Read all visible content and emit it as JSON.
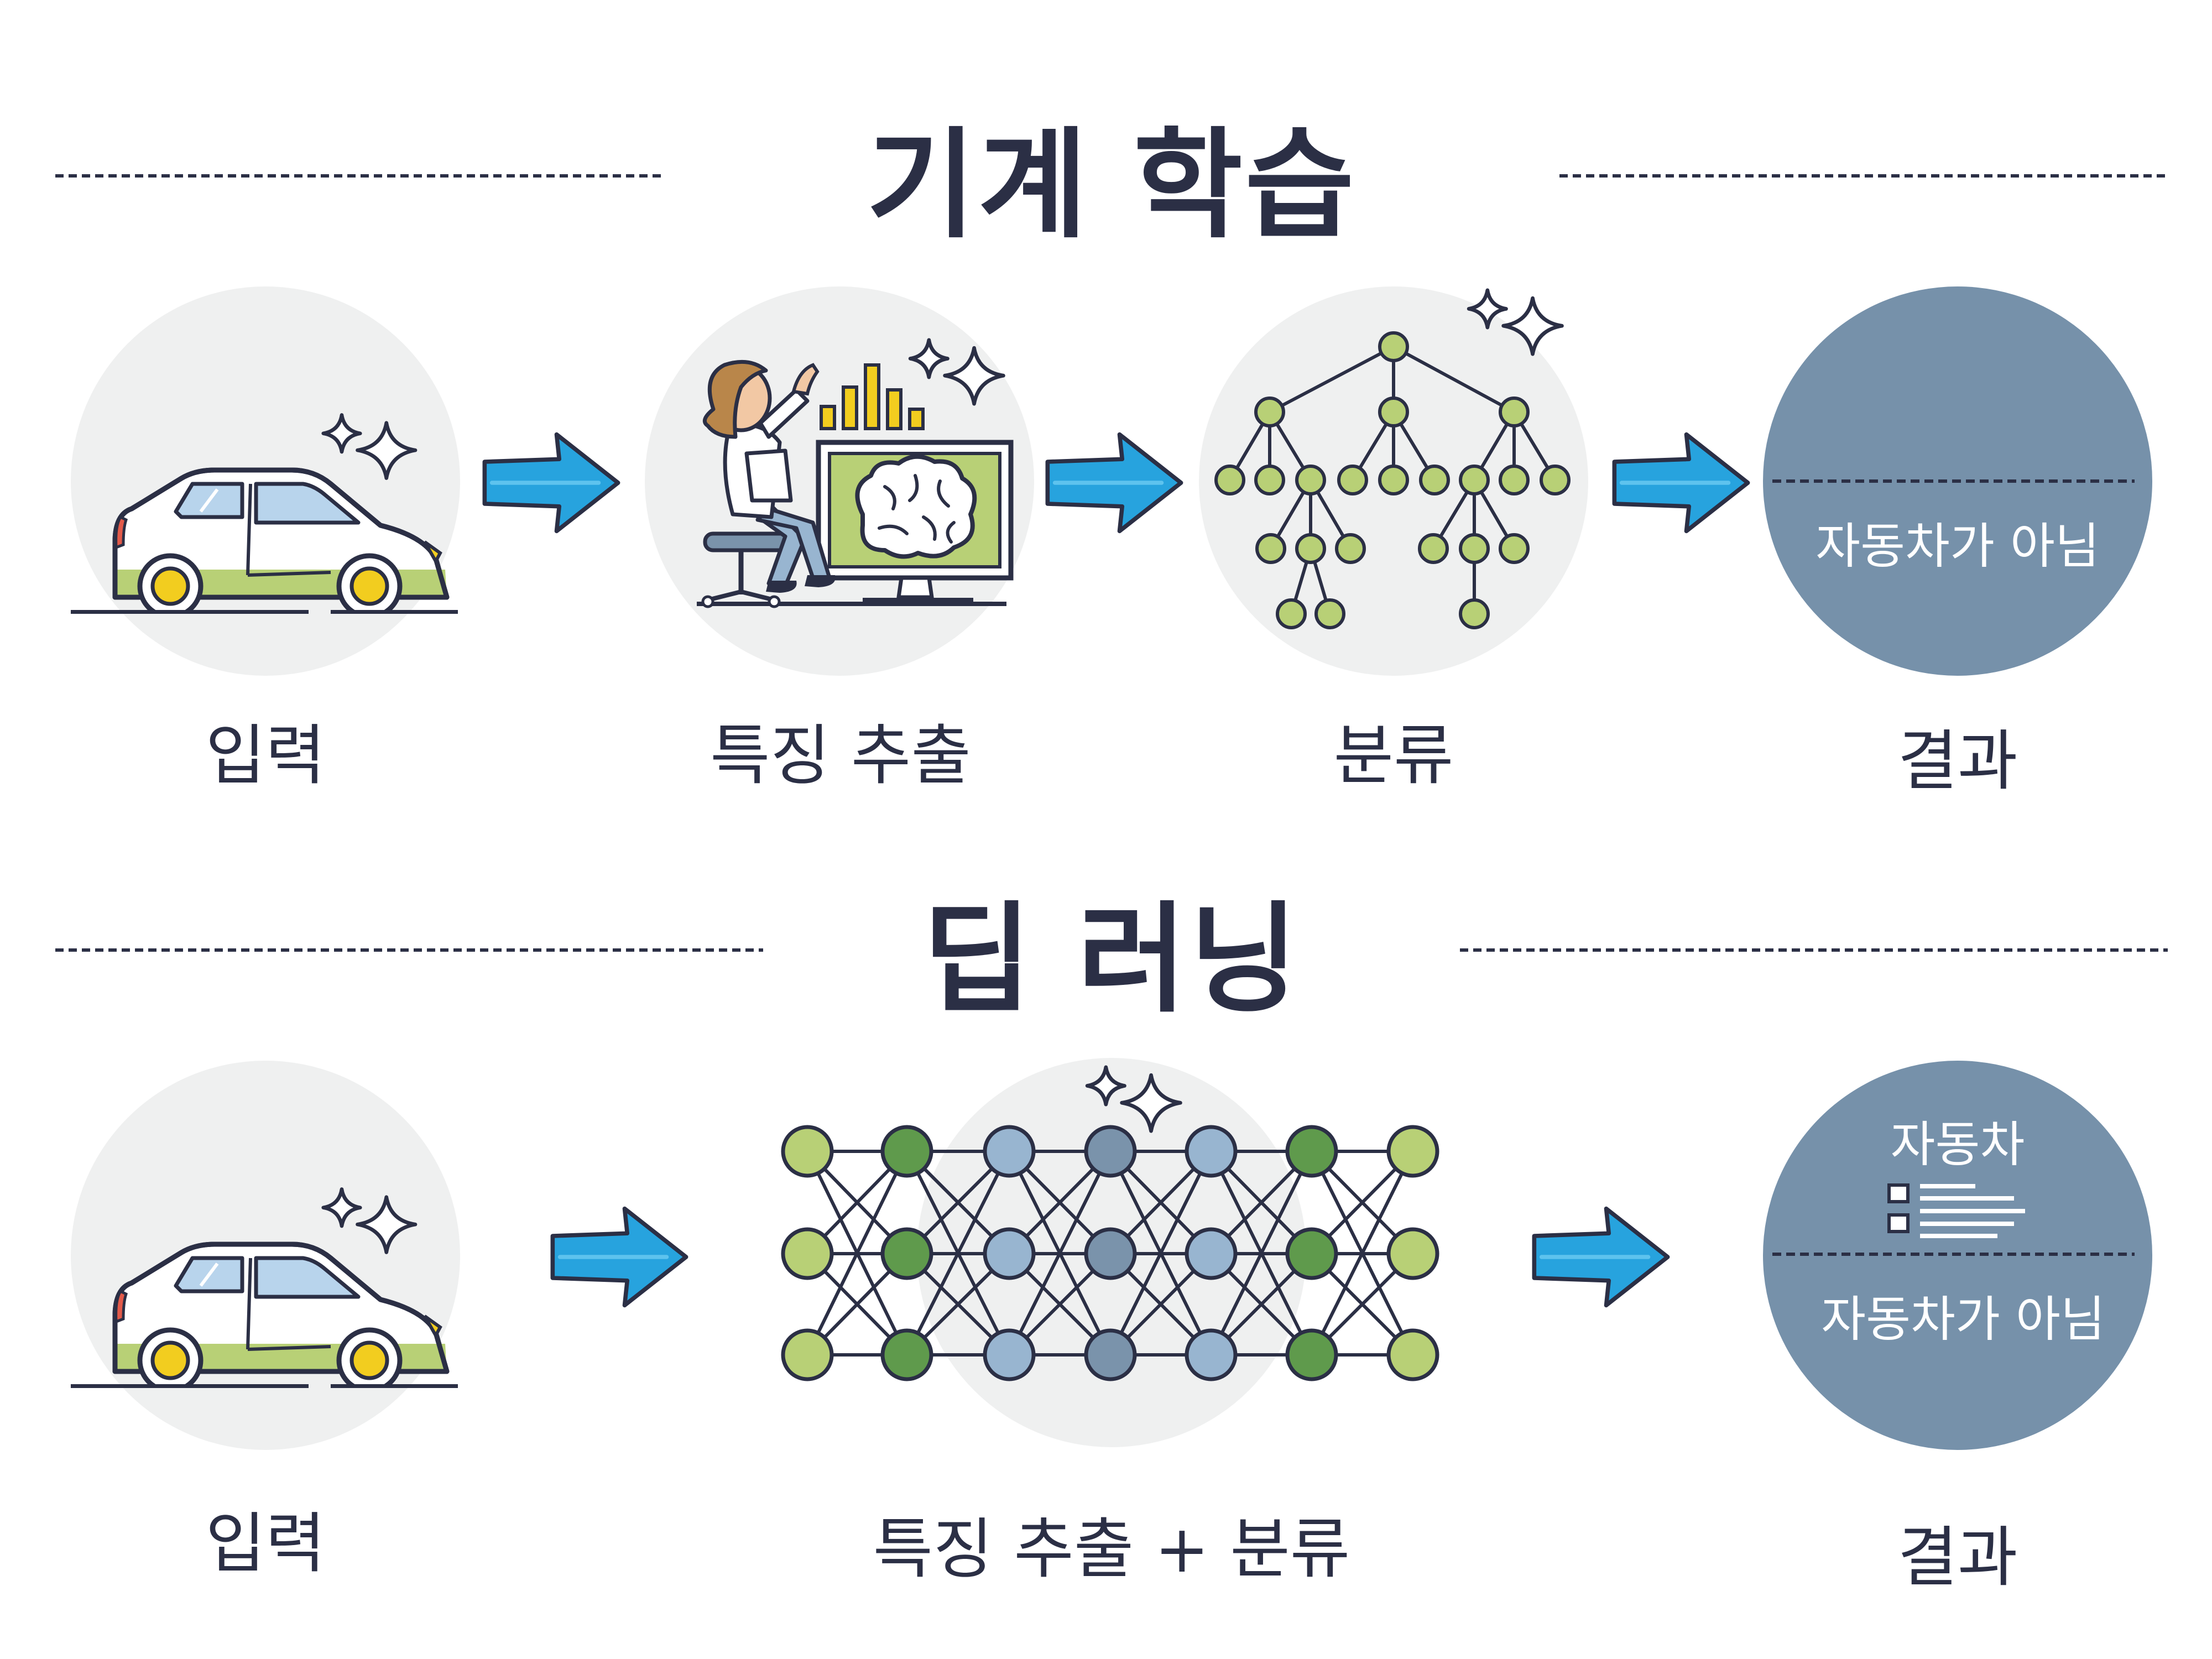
{
  "machine_learning": {
    "title": "기계 학습",
    "steps": {
      "input": "입력",
      "feature_extraction": "특징 추출",
      "classification": "분류",
      "result": "결과"
    },
    "result_circle": {
      "negative": "자동차가 아님"
    }
  },
  "deep_learning": {
    "title": "딥 러닝",
    "steps": {
      "input": "입력",
      "feature_extraction_classification": "특징 추출 + 분류",
      "result": "결과"
    },
    "result_circle": {
      "positive": "자동차",
      "negative": "자동차가 아님"
    }
  },
  "colors": {
    "navy": "#2b2f45",
    "arrow_blue": "#27a3de",
    "result_circle": "#7691aa",
    "backdrop_circle": "#eff0f0",
    "green_light": "#b8d076",
    "green_dark": "#5f9a4c",
    "blue_light": "#98b5d0",
    "blue_mid": "#7a93ab",
    "yellow": "#f2cd1f"
  },
  "icons": [
    "car-icon",
    "sparkle-icon",
    "person-at-computer-icon",
    "brain-icon",
    "bar-chart-icon",
    "decision-tree-icon",
    "neural-network-icon",
    "arrow-right-icon",
    "document-icon"
  ]
}
